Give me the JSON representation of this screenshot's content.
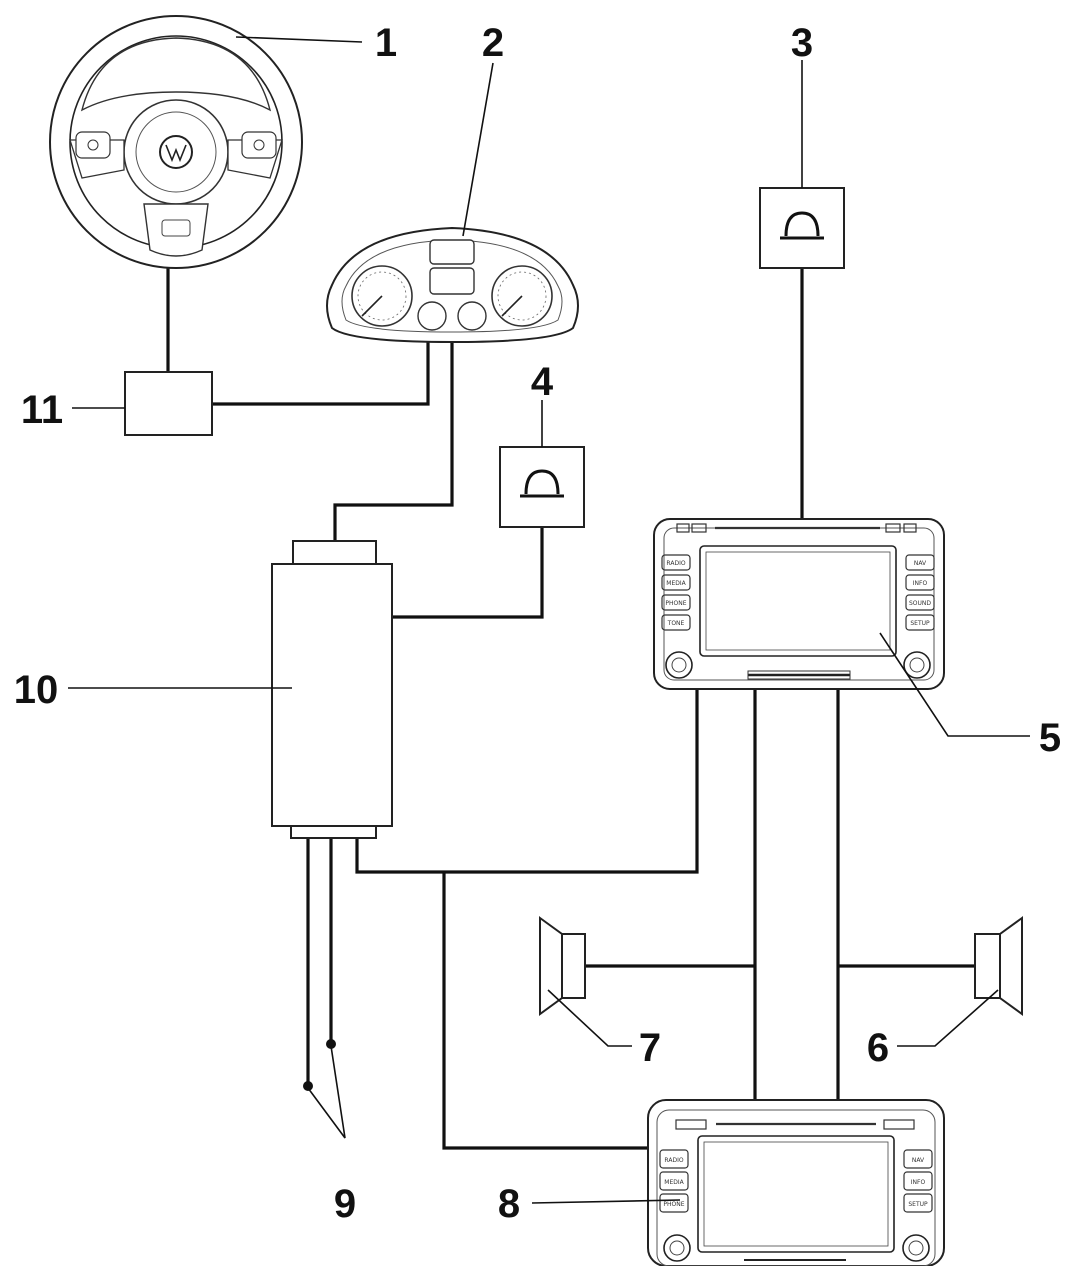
{
  "diagram": {
    "callouts": [
      {
        "id": "1",
        "text": "1"
      },
      {
        "id": "2",
        "text": "2"
      },
      {
        "id": "3",
        "text": "3"
      },
      {
        "id": "4",
        "text": "4"
      },
      {
        "id": "5",
        "text": "5"
      },
      {
        "id": "6",
        "text": "6"
      },
      {
        "id": "7",
        "text": "7"
      },
      {
        "id": "8",
        "text": "8"
      },
      {
        "id": "9",
        "text": "9"
      },
      {
        "id": "10",
        "text": "10"
      },
      {
        "id": "11",
        "text": "11"
      }
    ],
    "radio_top": {
      "left_buttons": [
        "RADIO",
        "MEDIA",
        "PHONE",
        "TONE"
      ],
      "right_buttons": [
        "NAV",
        "INFO",
        "SOUND",
        "SETUP"
      ]
    },
    "radio_bottom": {
      "left_buttons": [
        "RADIO",
        "MEDIA",
        "PHONE"
      ],
      "right_buttons": [
        "NAV",
        "INFO",
        "SETUP"
      ]
    }
  }
}
